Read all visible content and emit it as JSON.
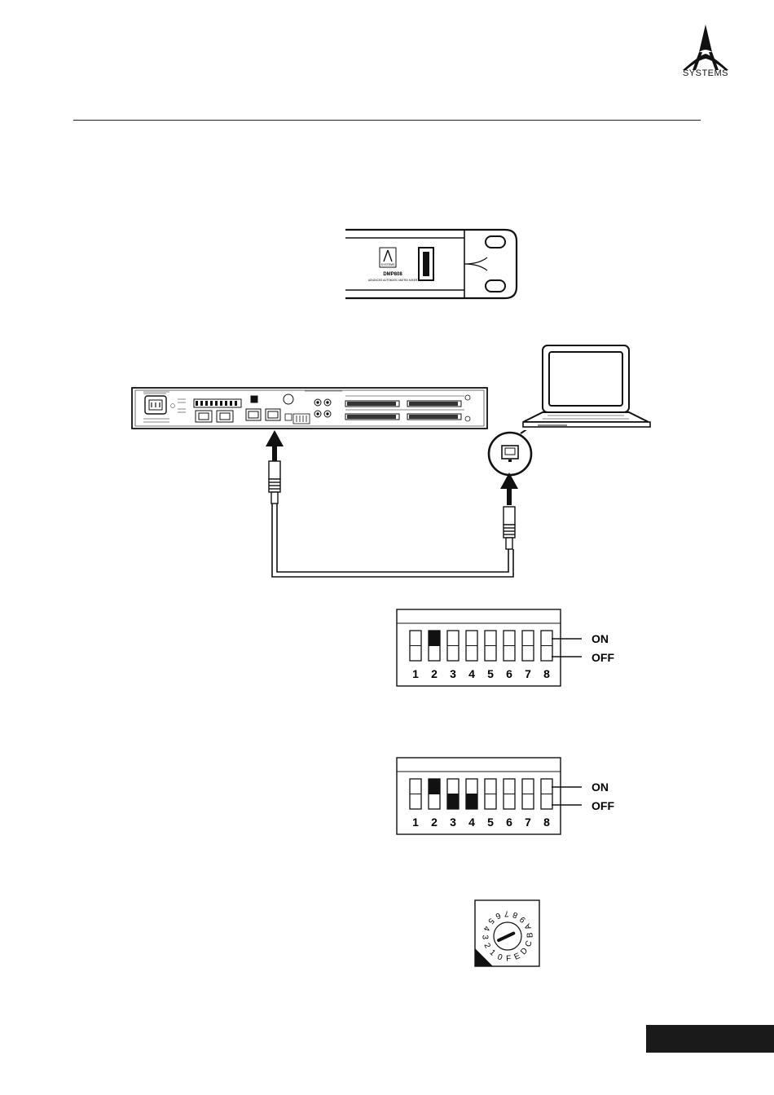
{
  "brand": {
    "logo_text": "SYSTEMS"
  },
  "front_panel": {
    "brand": "SYSTEMS",
    "model": "DMP808",
    "subtitle": "ADVANCED AUTOMATIC MATRIX MIXER"
  },
  "dip_switch_1": {
    "on_label": "ON",
    "off_label": "OFF",
    "numbers": [
      "1",
      "2",
      "3",
      "4",
      "5",
      "6",
      "7",
      "8"
    ],
    "states": [
      "off",
      "on",
      "off",
      "off",
      "off",
      "off",
      "off",
      "off"
    ]
  },
  "dip_switch_2": {
    "on_label": "ON",
    "off_label": "OFF",
    "numbers": [
      "1",
      "2",
      "3",
      "4",
      "5",
      "6",
      "7",
      "8"
    ],
    "states": [
      "off",
      "on",
      "off",
      "off",
      "off",
      "off",
      "off",
      "off"
    ],
    "lower_filled": [
      false,
      false,
      true,
      true,
      false,
      false,
      false,
      false
    ]
  },
  "rotary_switch": {
    "labels": [
      "0",
      "1",
      "2",
      "3",
      "4",
      "5",
      "6",
      "7",
      "8",
      "9",
      "A",
      "B",
      "C",
      "D",
      "E",
      "F"
    ],
    "pointer": "2"
  },
  "colors": {
    "ink": "#111111",
    "tab": "#1a1a1a"
  }
}
